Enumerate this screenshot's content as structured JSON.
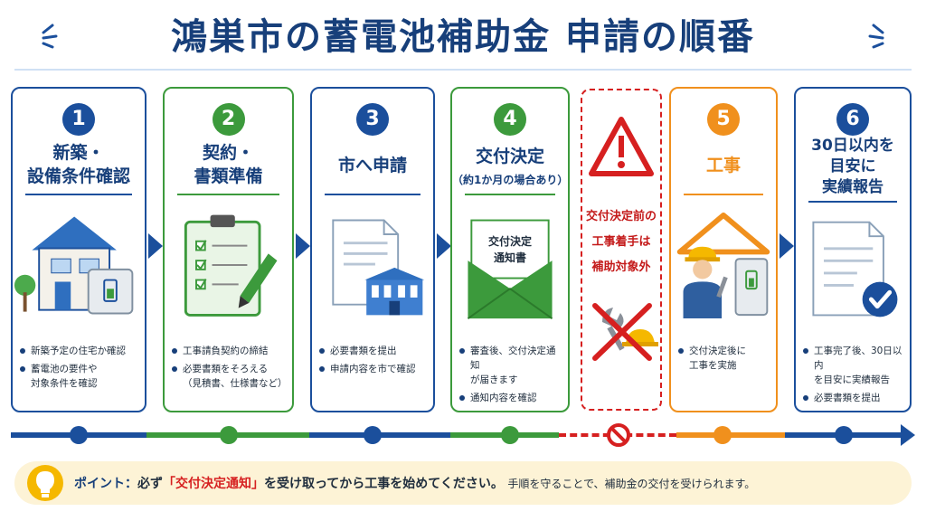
{
  "title": "鴻巣市の蓄電池補助金 申請の順番",
  "colors": {
    "blue": "#1b4f9c",
    "green": "#3c9a3c",
    "orange": "#f0901d",
    "red": "#d62020",
    "navy": "#173f7a"
  },
  "steps": [
    {
      "number": "1",
      "heading": "新築・\n設備条件確認",
      "subheading": "",
      "icon": "house-battery-icon",
      "bullets": [
        "新築予定の住宅か確認",
        "蓄電池の要件や\n対象条件を確認"
      ]
    },
    {
      "number": "2",
      "heading": "契約・\n書類準備",
      "subheading": "",
      "icon": "clipboard-checklist-icon",
      "bullets": [
        "工事請負契約の締結",
        "必要書類をそろえる\n（見積書、仕様書など）"
      ]
    },
    {
      "number": "3",
      "heading": "市へ申請",
      "subheading": "",
      "icon": "document-cityhall-icon",
      "bullets": [
        "必要書類を提出",
        "申請内容を市で確認"
      ]
    },
    {
      "number": "4",
      "heading": "交付決定",
      "subheading": "（約1か月の場合あり）",
      "icon": "envelope-notice-icon",
      "envelope_label": "交付決定\n通知書",
      "bullets": [
        "審査後、交付決定通知\nが届きます",
        "通知内容を確認"
      ]
    },
    {
      "number": "5",
      "heading": "工事",
      "subheading": "",
      "icon": "worker-icon",
      "bullets": [
        "交付決定後に\n工事を実施"
      ]
    },
    {
      "number": "6",
      "heading": "30日以内を\n目安に\n実績報告",
      "subheading": "",
      "icon": "document-check-icon",
      "bullets": [
        "工事完了後、30日以内\nを目安に実績報告",
        "必要書類を提出"
      ]
    }
  ],
  "warning": {
    "text": "交付決定前の\n工事着手は\n補助対象外",
    "icon": "warning-triangle-icon"
  },
  "point": {
    "label": "ポイント：",
    "pre": "必ず",
    "highlight": "「交付決定通知」",
    "post": "を受け取ってから工事を始めてください。",
    "note": "手順を守ることで、補助金の交付を受けられます。"
  }
}
